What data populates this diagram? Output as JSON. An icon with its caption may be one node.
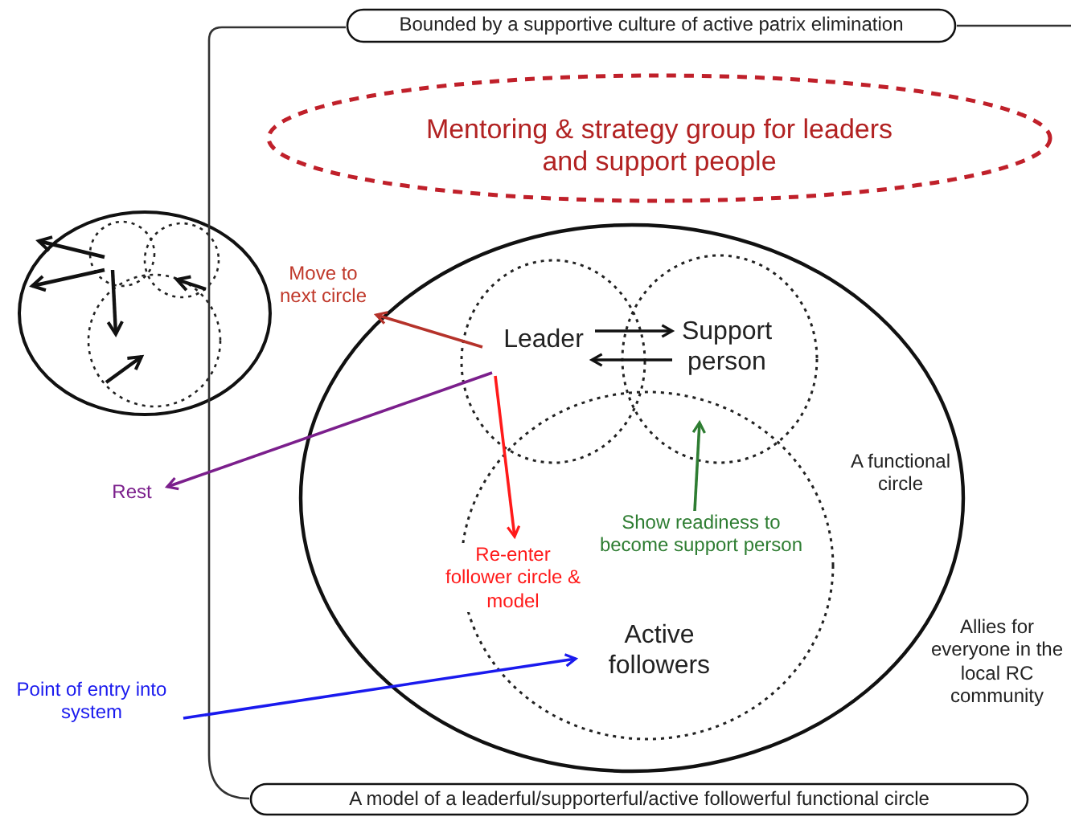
{
  "diagram": {
    "nodes": [
      {
        "text": [
          "Bounded by a supportive culture of active patrix elimination"
        ]
      },
      {
        "text": [
          "Mentoring & strategy group for leaders and support people"
        ]
      },
      {
        "text": [],
        "shape": "circle"
      },
      {
        "text": [
          "Move to next circle"
        ]
      },
      {
        "text": [
          "A functional circle"
        ]
      },
      {
        "text": [
          "Leader"
        ],
        "in": 4
      },
      {
        "text": [
          "Support person"
        ],
        "in": 4
      },
      {
        "text": [
          "Active followers"
        ],
        "in": 4
      },
      {
        "text": [
          "Rest"
        ]
      },
      {
        "text": [
          "Point of entry into system"
        ]
      },
      {
        "text": [
          "A model of a leaderful/supporterful/active followerful functional circle"
        ]
      }
    ],
    "edges": [
      {
        "from": 5,
        "to": 6,
        "arrow": "to"
      },
      {
        "from": 6,
        "to": 5,
        "arrow": "to"
      },
      {
        "from": 5,
        "to": 3,
        "arrow": "to",
        "color": "#b5322a"
      },
      {
        "from": 5,
        "to": 8,
        "arrow": "to",
        "color": "#7b1f8c"
      },
      {
        "from": 5,
        "to": 7,
        "arrow": "to",
        "label": "Re-enter follower circle & model",
        "color": "#ff1a1a"
      },
      {
        "from": 7,
        "to": 6,
        "arrow": "to",
        "label": "Show readiness to become support person",
        "color": "#2e7d32"
      },
      {
        "from": 9,
        "to": 7,
        "arrow": "to",
        "color": "#1a1aee"
      }
    ],
    "labels": [
      "Allies for everyone in the local RC community"
    ]
  }
}
